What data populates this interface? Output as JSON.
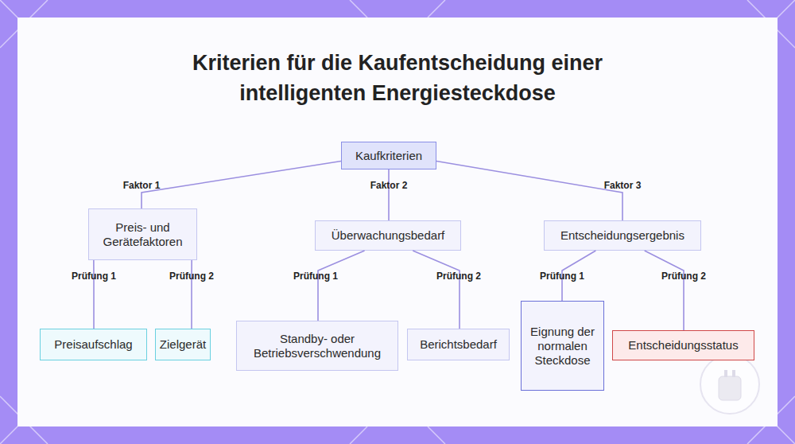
{
  "diagram": {
    "title": "Kriterien für die Kaufentscheidung einer intelligenten Energiesteckdose",
    "nodes": [
      {
        "text": [
          "Kaufkriterien"
        ]
      },
      {
        "text": [
          "Preis- und Gerätefaktoren"
        ]
      },
      {
        "text": [
          "Überwachungsbedarf"
        ]
      },
      {
        "text": [
          "Entscheidungsergebnis"
        ]
      },
      {
        "text": [
          "Preisaufschlag"
        ]
      },
      {
        "text": [
          "Zielgerät"
        ]
      },
      {
        "text": [
          "Standby- oder Betriebsverschwendung"
        ]
      },
      {
        "text": [
          "Berichtsbedarf"
        ]
      },
      {
        "text": [
          "Eignung der normalen Steckdose"
        ]
      },
      {
        "text": [
          "Entscheidungsstatus"
        ]
      }
    ],
    "edges": [
      {
        "from": 0,
        "to": 1,
        "label": "Faktor 1",
        "arrow": "none"
      },
      {
        "from": 0,
        "to": 2,
        "label": "Faktor 2",
        "arrow": "none"
      },
      {
        "from": 0,
        "to": 3,
        "label": "Faktor 3",
        "arrow": "none"
      },
      {
        "from": 1,
        "to": 4,
        "label": "Prüfung 1",
        "arrow": "none"
      },
      {
        "from": 1,
        "to": 5,
        "label": "Prüfung 2",
        "arrow": "none"
      },
      {
        "from": 2,
        "to": 6,
        "label": "Prüfung 1",
        "arrow": "none"
      },
      {
        "from": 2,
        "to": 7,
        "label": "Prüfung 2",
        "arrow": "none"
      },
      {
        "from": 3,
        "to": 8,
        "label": "Prüfung 1",
        "arrow": "none"
      },
      {
        "from": 3,
        "to": 9,
        "label": "Prüfung 2",
        "arrow": "none"
      }
    ]
  }
}
